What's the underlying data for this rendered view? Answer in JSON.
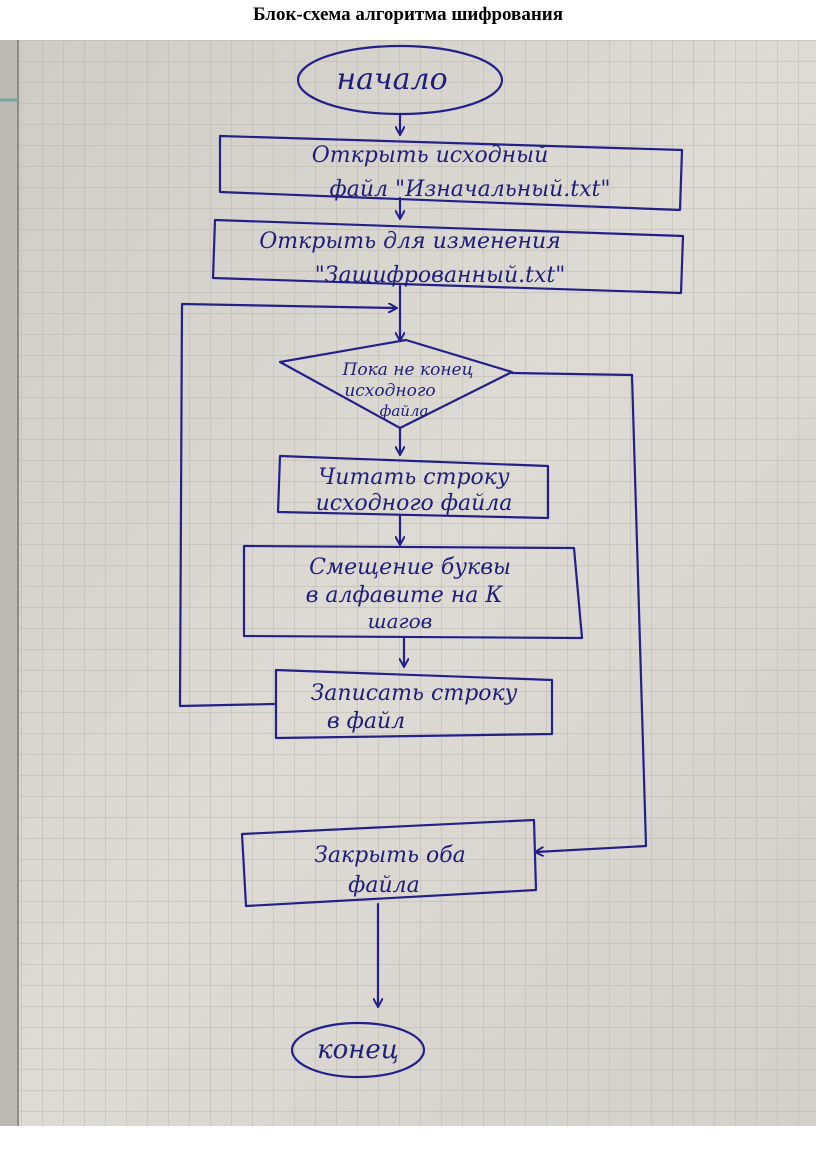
{
  "title": "Блок-схема алгоритма шифрования",
  "colors": {
    "ink": "#24208a",
    "paper": "#d9d6d0",
    "grid": "#b7b3ad"
  },
  "flowchart": {
    "start": "начало",
    "open_source": {
      "line1": "Открыть исходный",
      "line2": "файл \"Изначальный.txt\""
    },
    "open_write": {
      "line1": "Открыть для изменения",
      "line2": "\"Зашифрованный.txt\""
    },
    "loop_condition": {
      "line1": "Пока не конец",
      "line2": "исходного",
      "line3": "файла"
    },
    "read_line": {
      "line1": "Читать строку",
      "line2": "исходного файла"
    },
    "shift_letter": {
      "line1": "Смещение буквы",
      "line2": "в алфавите на К",
      "line3": "шагов"
    },
    "write_line": {
      "line1": "Записать строку",
      "line2": "в файл"
    },
    "close_files": {
      "line1": "Закрыть оба",
      "line2": "файла"
    },
    "end": "конец"
  }
}
